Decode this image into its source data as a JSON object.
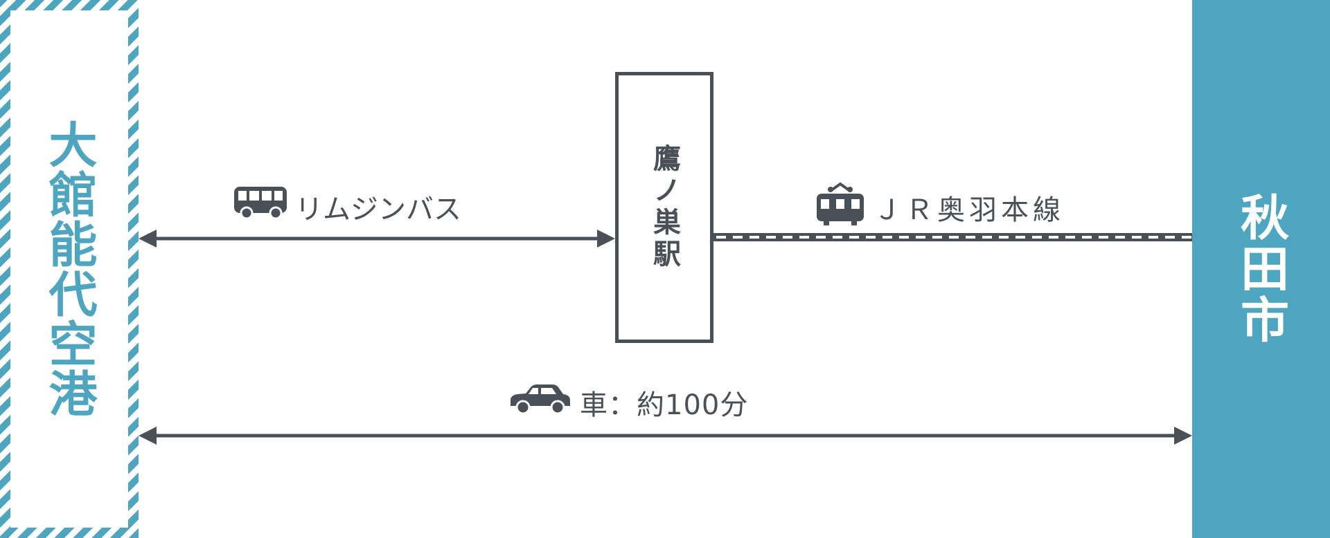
{
  "origin": {
    "name": "大館能代空港",
    "color": "#4ea5bf"
  },
  "destination": {
    "name": "秋田市",
    "color": "#4ea5bf"
  },
  "transfer": {
    "name": "鷹ノ巣駅"
  },
  "routes": {
    "bus": {
      "label": "リムジンバス",
      "icon": "bus-icon"
    },
    "train": {
      "label": "ＪＲ奥羽本線",
      "icon": "train-icon"
    },
    "car": {
      "label": "車：約100分",
      "icon": "car-icon"
    }
  },
  "colors": {
    "line": "#4a5057",
    "accent": "#4ea5bf"
  }
}
